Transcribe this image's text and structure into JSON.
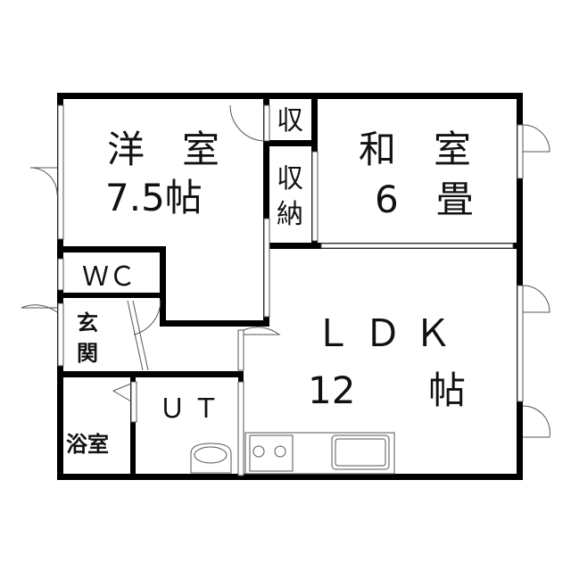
{
  "rooms": {
    "western_room": {
      "name": "洋　室",
      "size": "7.5帖"
    },
    "storage_small": {
      "name": "収"
    },
    "storage_closet": {
      "name1": "収",
      "name2": "納"
    },
    "japanese_room": {
      "name": "和　室",
      "size": "6　畳"
    },
    "wc": {
      "name": "ＷＣ"
    },
    "entrance": {
      "name1": "玄",
      "name2": "関"
    },
    "ldk": {
      "name": "ＬＤＫ",
      "size1": "12",
      "size2": "帖"
    },
    "utility": {
      "name": "ＵＴ"
    },
    "bath": {
      "name": "浴室"
    }
  },
  "colors": {
    "wall": "#000000",
    "line": "#555555"
  }
}
